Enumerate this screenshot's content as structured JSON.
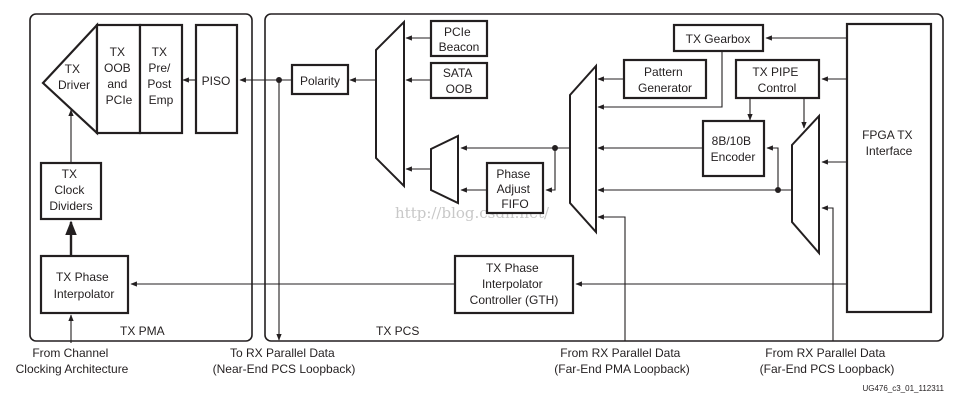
{
  "diagram": {
    "regions": {
      "tx_pma": "TX PMA",
      "tx_pcs": "TX PCS"
    },
    "blocks": {
      "tx_driver": [
        "TX",
        "Driver"
      ],
      "tx_oob_pcie": [
        "TX",
        "OOB",
        "and",
        "PCIe"
      ],
      "tx_pre_post_emp": [
        "TX",
        "Pre/",
        "Post",
        "Emp"
      ],
      "piso": [
        "PISO"
      ],
      "tx_clock_dividers": [
        "TX",
        "Clock",
        "Dividers"
      ],
      "tx_phase_interpolator": [
        "TX Phase",
        "Interpolator"
      ],
      "polarity": [
        "Polarity"
      ],
      "pcie_beacon": [
        "PCIe",
        "Beacon"
      ],
      "sata_oob": [
        "SATA",
        "OOB"
      ],
      "phase_adjust_fifo": [
        "Phase",
        "Adjust",
        "FIFO"
      ],
      "pattern_generator": [
        "Pattern",
        "Generator"
      ],
      "tx_gearbox": [
        "TX Gearbox"
      ],
      "tx_pipe_control": [
        "TX PIPE",
        "Control"
      ],
      "encoder_8b10b": [
        "8B/10B",
        "Encoder"
      ],
      "fpga_tx_interface": [
        "FPGA TX",
        "Interface"
      ],
      "tx_pi_controller": [
        "TX Phase",
        "Interpolator",
        "Controller (GTH)"
      ]
    },
    "external_labels": {
      "from_channel_clocking": [
        "From Channel",
        "Clocking Architecture"
      ],
      "to_rx_near_end_pcs": [
        "To RX Parallel Data",
        "(Near-End PCS Loopback)"
      ],
      "from_rx_far_end_pma": [
        "From RX Parallel Data",
        "(Far-End PMA Loopback)"
      ],
      "from_rx_far_end_pcs": [
        "From RX Parallel Data",
        "(Far-End PCS Loopback)"
      ]
    },
    "figure_id": "UG476_c3_01_112311",
    "watermark": "http://blog.csdn.net/"
  }
}
